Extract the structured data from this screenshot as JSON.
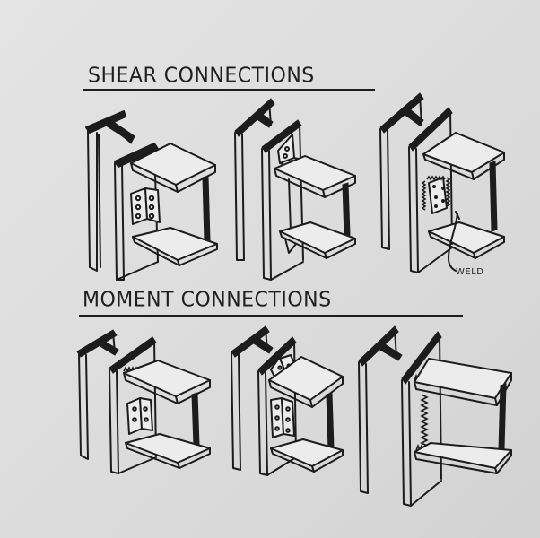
{
  "sections": [
    {
      "title": "SHEAR CONNECTIONS",
      "figures": [
        {
          "name": "double-angle-bolted",
          "annotation": ""
        },
        {
          "name": "seated-angle-bolted",
          "annotation": ""
        },
        {
          "name": "shear-tab-welded",
          "annotation": "WELD"
        }
      ]
    },
    {
      "title": "MOMENT CONNECTIONS",
      "figures": [
        {
          "name": "flange-welded-web-bolted",
          "annotation": ""
        },
        {
          "name": "flange-angle-web-bolted",
          "annotation": ""
        },
        {
          "name": "fully-welded",
          "annotation": ""
        }
      ]
    }
  ],
  "colors": {
    "ink": "#1c1c1c",
    "paper": "#dedede"
  }
}
